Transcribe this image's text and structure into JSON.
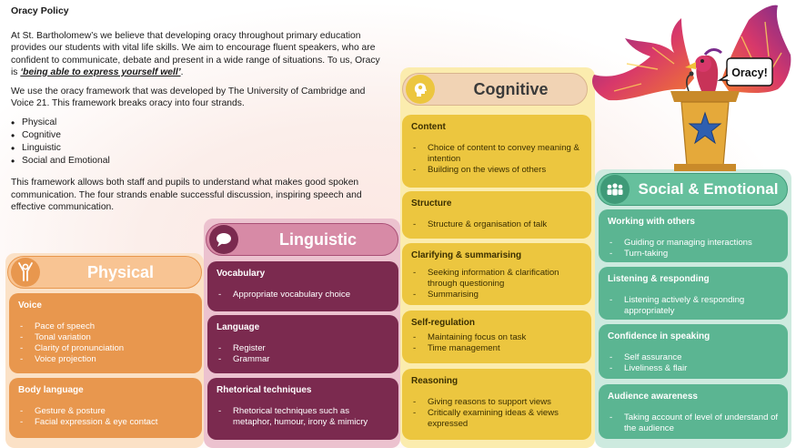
{
  "intro": {
    "title": "Oracy Policy",
    "para1_pre": "At St. Bartholomew’s we believe that developing oracy throughout primary education provides our students with vital life skills. We aim to encourage fluent speakers, who are confident to communicate, debate and present in a wide range of situations. To us, Oracy is ",
    "para1_emph": "‘being able to express yourself well’",
    "para1_post": ".",
    "para2": "We use the oracy framework that was developed by The University of Cambridge and Voice 21. This framework breaks oracy into four strands.",
    "bullets": [
      "Physical",
      "Cognitive",
      "Linguistic",
      "Social and Emotional"
    ],
    "para3": "This framework allows both staff and pupils to understand what makes good spoken communication. The four strands enable successful discussion, inspiring speech and effective communication."
  },
  "speech_bubble": "Oracy!",
  "colors": {
    "physical": "#e8974e",
    "linguistic": "#7b2a4f",
    "cognitive": "#ecc63f",
    "social": "#5bb592"
  },
  "physical": {
    "title": "Physical",
    "icon": "person-arms-up-icon",
    "cards": [
      {
        "heading": "Voice",
        "items": [
          "Pace of speech",
          "Tonal variation",
          "Clarity of pronunciation",
          "Voice projection"
        ]
      },
      {
        "heading": "Body language",
        "items": [
          "Gesture & posture",
          "Facial expression & eye contact"
        ]
      }
    ]
  },
  "linguistic": {
    "title": "Linguistic",
    "icon": "speech-bubble-icon",
    "cards": [
      {
        "heading": "Vocabulary",
        "items": [
          "Appropriate vocabulary choice"
        ]
      },
      {
        "heading": "Language",
        "items": [
          "Register",
          "Grammar"
        ]
      },
      {
        "heading": "Rhetorical techniques",
        "items": [
          "Rhetorical techniques such as metaphor, humour, irony & mimicry"
        ]
      }
    ]
  },
  "cognitive": {
    "title": "Cognitive",
    "icon": "head-brain-icon",
    "cards": [
      {
        "heading": "Content",
        "items": [
          "Choice of content to convey meaning & intention",
          "Building on the views of others"
        ]
      },
      {
        "heading": "Structure",
        "items": [
          "Structure & organisation of talk"
        ]
      },
      {
        "heading": "Clarifying & summarising",
        "items": [
          "Seeking information & clarification through questioning",
          "Summarising"
        ]
      },
      {
        "heading": "Self-regulation",
        "items": [
          "Maintaining focus on task",
          "Time management"
        ]
      },
      {
        "heading": "Reasoning",
        "items": [
          "Giving reasons to support views",
          "Critically examining ideas & views expressed"
        ]
      }
    ]
  },
  "social": {
    "title": "Social & Emotional",
    "icon": "group-people-icon",
    "cards": [
      {
        "heading": "Working with others",
        "items": [
          "Guiding or managing interactions",
          "Turn-taking"
        ]
      },
      {
        "heading": "Listening & responding",
        "items": [
          "Listening actively & responding appropriately"
        ]
      },
      {
        "heading": "Confidence in speaking",
        "items": [
          "Self assurance",
          "Liveliness & flair"
        ]
      },
      {
        "heading": "Audience awareness",
        "items": [
          "Taking account of level of understand of the audience"
        ]
      }
    ]
  }
}
